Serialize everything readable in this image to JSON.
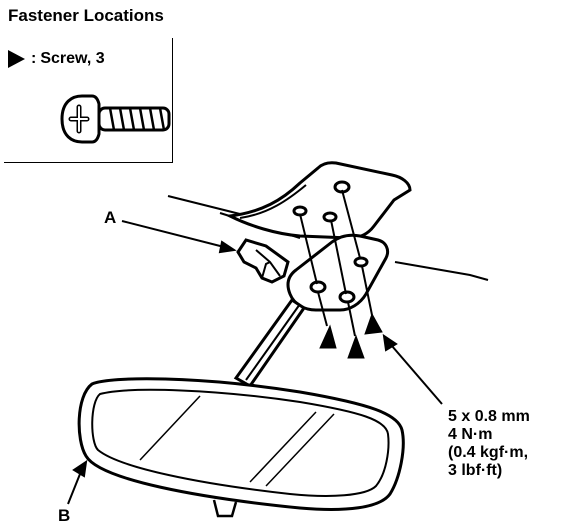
{
  "title": "Fastener Locations",
  "legend": {
    "symbol_icon": "filled-triangle-arrow-icon",
    "separator": ":",
    "label": "Screw, 3",
    "screw_icon": "flat-head-screw-icon"
  },
  "callouts": {
    "a": "A",
    "b": "B"
  },
  "torque_spec": {
    "line1": "5 x 0.8 mm",
    "line2": "4 N·m",
    "line3": "(0.4 kgf·m,",
    "line4": "3 lbf·ft)"
  },
  "colors": {
    "ink": "#000000",
    "paper": "#ffffff"
  }
}
